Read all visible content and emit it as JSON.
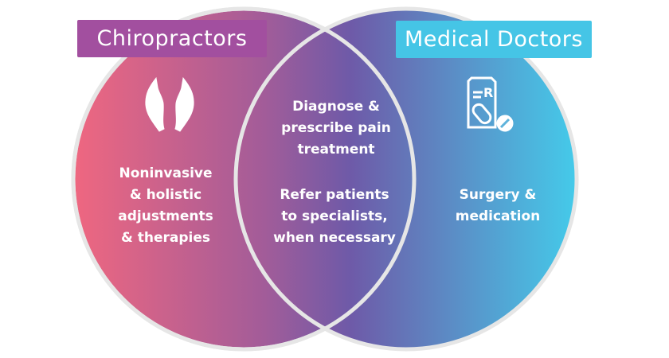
{
  "left": {
    "title": "Chiropractors",
    "icon": "hands-icon",
    "lines": [
      "Noninvasive",
      "& holistic",
      "adjustments",
      "& therapies"
    ]
  },
  "right": {
    "title": "Medical Doctors",
    "icon": "prescription-icon",
    "lines": [
      "Surgery &",
      "medication"
    ]
  },
  "overlap": {
    "group1": [
      "Diagnose &",
      "prescribe pain",
      "treatment"
    ],
    "group2": [
      "Refer patients",
      "to specialists,",
      "when necessary"
    ]
  },
  "colors": {
    "pink": "#ee6680",
    "purple": "#6f5aa8",
    "cyan": "#45c8ea",
    "left_label": "#a24f9f",
    "right_label": "#45c5e6",
    "border": "#e6e6e6"
  }
}
